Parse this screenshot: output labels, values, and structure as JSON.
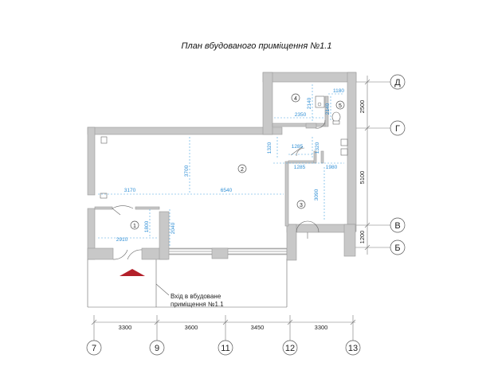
{
  "title": "План вбудованого приміщення №1.1",
  "entrance_note": {
    "line1": "Вхід в вбудоване",
    "line2": "приміщення №1.1",
    "marker_color": "#b3202a"
  },
  "rooms": {
    "r1": "1",
    "r2": "2",
    "r3": "3",
    "r4": "4",
    "r5": "5"
  },
  "inner_dims": {
    "d2140a": "2140",
    "d1180": "1180",
    "d2140b": "2140",
    "d2350": "2350",
    "d1285a": "1285",
    "d1320a": "1320",
    "d1320b": "1320",
    "d1285b": "1285",
    "d1980": "1980",
    "d3700": "3700",
    "d3170": "3170",
    "d6540": "6540",
    "d3090": "3090",
    "d1800": "1800",
    "d2040": "2040",
    "d2910": "2910"
  },
  "bottom_dims": [
    "3300",
    "3600",
    "3450",
    "3300"
  ],
  "right_dims": {
    "top": "2500",
    "mid": "5100",
    "bot": "1200"
  },
  "axes_bottom": [
    "7",
    "9",
    "11",
    "12",
    "13"
  ],
  "axes_right": [
    "Д",
    "Г",
    "В",
    "Б"
  ]
}
